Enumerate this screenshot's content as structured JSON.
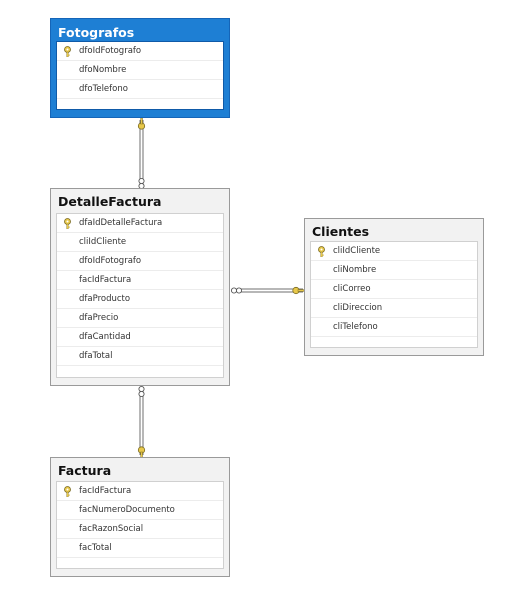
{
  "diagram": {
    "tables": {
      "fotografos": {
        "title": "Fotografos",
        "columns": [
          {
            "name": "dfoIdFotografo",
            "pk": true
          },
          {
            "name": "dfoNombre",
            "pk": false
          },
          {
            "name": "dfoTelefono",
            "pk": false
          }
        ]
      },
      "detallefactura": {
        "title": "DetalleFactura",
        "columns": [
          {
            "name": "dfaIdDetalleFactura",
            "pk": true
          },
          {
            "name": "cliIdCliente",
            "pk": false
          },
          {
            "name": "dfoIdFotografo",
            "pk": false
          },
          {
            "name": "facIdFactura",
            "pk": false
          },
          {
            "name": "dfaProducto",
            "pk": false
          },
          {
            "name": "dfaPrecio",
            "pk": false
          },
          {
            "name": "dfaCantidad",
            "pk": false
          },
          {
            "name": "dfaTotal",
            "pk": false
          }
        ]
      },
      "clientes": {
        "title": "Clientes",
        "columns": [
          {
            "name": "cliIdCliente",
            "pk": true
          },
          {
            "name": "cliNombre",
            "pk": false
          },
          {
            "name": "cliCorreo",
            "pk": false
          },
          {
            "name": "cliDireccion",
            "pk": false
          },
          {
            "name": "cliTelefono",
            "pk": false
          }
        ]
      },
      "factura": {
        "title": "Factura",
        "columns": [
          {
            "name": "facIdFactura",
            "pk": true
          },
          {
            "name": "facNumeroDocumento",
            "pk": false
          },
          {
            "name": "facRazonSocial",
            "pk": false
          },
          {
            "name": "facTotal",
            "pk": false
          }
        ]
      }
    },
    "relationships": [
      {
        "from": "fotografos",
        "to": "detallefactura"
      },
      {
        "from": "clientes",
        "to": "detallefactura"
      },
      {
        "from": "factura",
        "to": "detallefactura"
      }
    ],
    "colors": {
      "selected_header": "#1e7fd4",
      "key_icon": "#e8c84a",
      "connector": "#6f6f6f"
    }
  }
}
